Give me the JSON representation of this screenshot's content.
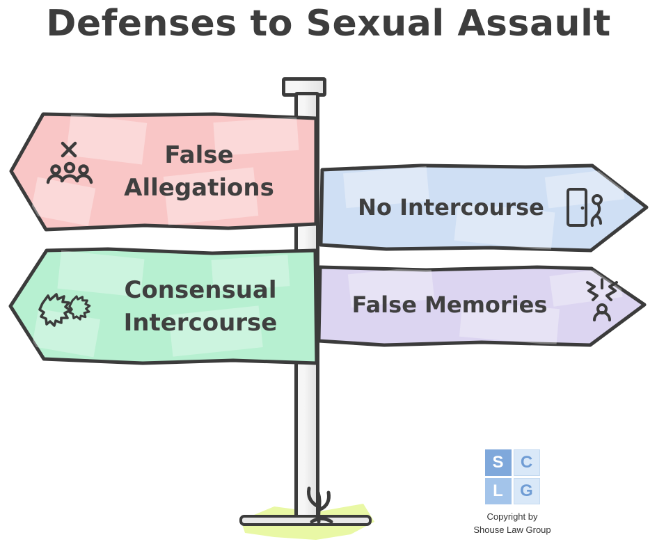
{
  "title": "Defenses to Sexual Assault",
  "signs": [
    {
      "id": "false-allegations",
      "direction": "left",
      "line1": "False",
      "line2": "Allegations",
      "fill": "#f9c6c6",
      "icon": "x-over-people-icon"
    },
    {
      "id": "no-intercourse",
      "direction": "right",
      "line1": "No Intercourse",
      "fill": "#cfdff4",
      "icon": "door-exit-icon"
    },
    {
      "id": "consensual-intercourse",
      "direction": "left",
      "line1": "Consensual",
      "line2": "Intercourse",
      "fill": "#b7f0d1",
      "icon": "clasped-hands-icon"
    },
    {
      "id": "false-memories",
      "direction": "right",
      "line1": "False Memories",
      "fill": "#dcd5f1",
      "icon": "shattered-mind-icon"
    }
  ],
  "signpost": {
    "pole_fill": "#ececec",
    "outline": "#3b3b3b",
    "grass_fill": "#e8f8a0"
  },
  "logo": {
    "tiles": [
      {
        "letter": "S",
        "bg": "#7fa8db",
        "fg": "#ffffff"
      },
      {
        "letter": "C",
        "bg": "#d9e8f8",
        "fg": "#6f9cd4"
      },
      {
        "letter": "L",
        "bg": "#a3c4ea",
        "fg": "#ffffff"
      },
      {
        "letter": "G",
        "bg": "#d9e8f8",
        "fg": "#6f9cd4"
      }
    ],
    "copyright_line1": "Copyright by",
    "copyright_line2": "Shouse Law Group"
  },
  "colors": {
    "title": "#3d3d3d",
    "sign_text": "#3f3f3f",
    "background": "#ffffff"
  }
}
